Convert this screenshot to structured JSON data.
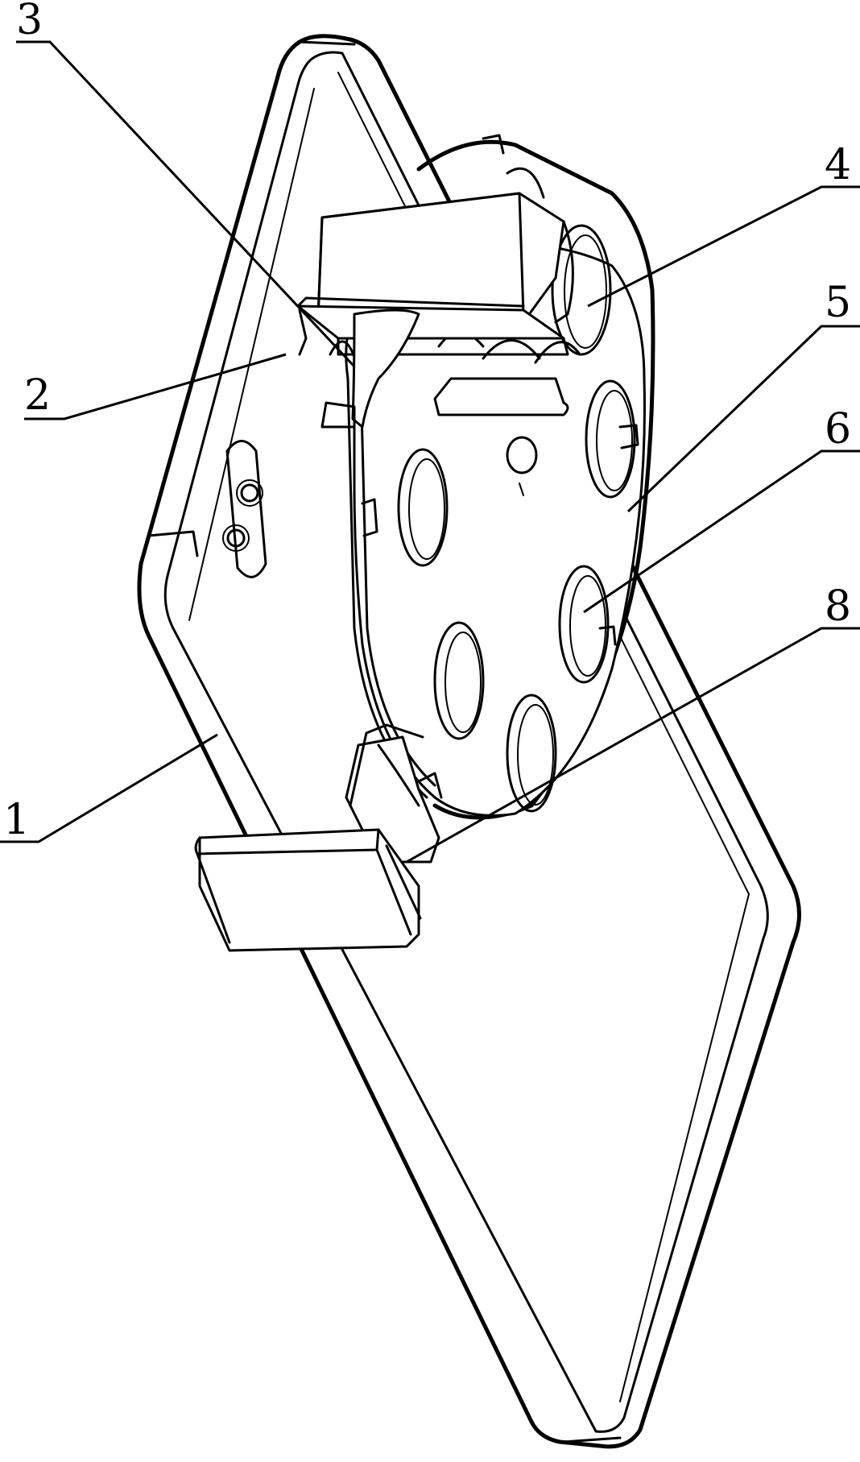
{
  "callouts": [
    {
      "id": "1",
      "label": "1"
    },
    {
      "id": "2",
      "label": "2"
    },
    {
      "id": "3",
      "label": "3"
    },
    {
      "id": "4",
      "label": "4"
    },
    {
      "id": "5",
      "label": "5"
    },
    {
      "id": "6",
      "label": "6"
    },
    {
      "id": "8",
      "label": "8"
    }
  ],
  "colors": {
    "ink": "#000000",
    "paper": "#ffffff"
  }
}
